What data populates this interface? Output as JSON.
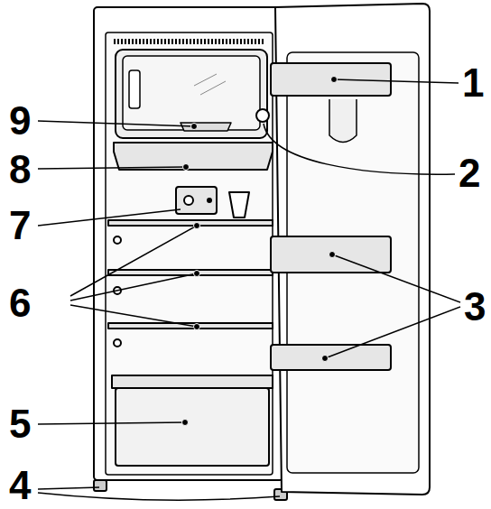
{
  "diagram": {
    "labels": [
      "1",
      "9",
      "2",
      "8",
      "7",
      "3",
      "6",
      "5",
      "4"
    ]
  }
}
